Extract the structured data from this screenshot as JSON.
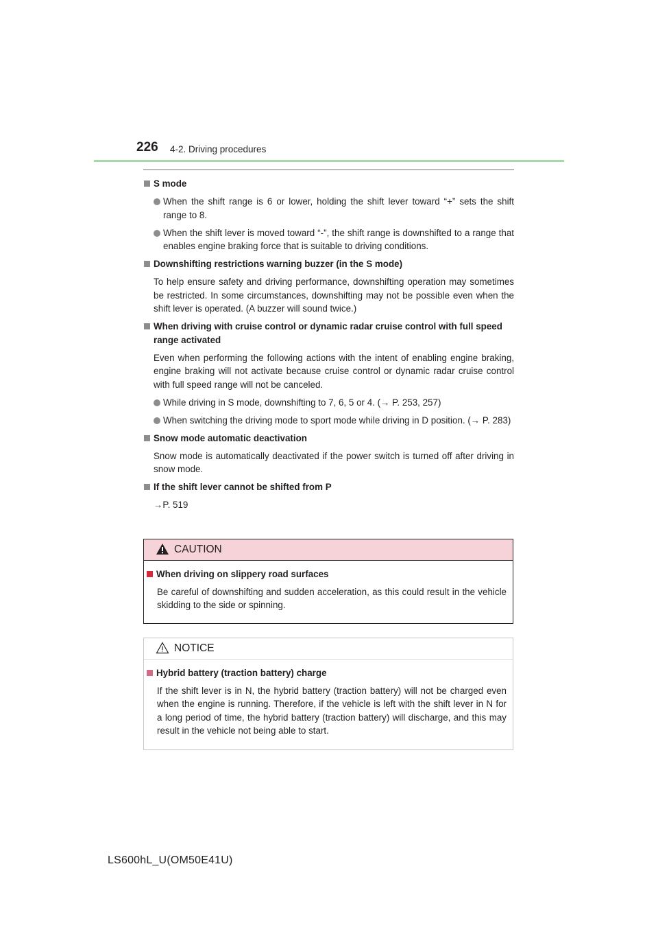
{
  "header": {
    "page_number": "226",
    "section": "4-2. Driving procedures"
  },
  "sections": {
    "s_mode": {
      "heading": "S mode",
      "bullet1": "When the shift range is 6 or lower, holding the shift lever toward “+” sets the shift range to 8.",
      "bullet2": "When the shift lever is moved toward “-”, the shift range is downshifted to a range that enables engine braking force that is suitable to driving conditions."
    },
    "downshift": {
      "heading": "Downshifting restrictions warning buzzer (in the S mode)",
      "text": "To help ensure safety and driving performance, downshifting operation may sometimes be restricted. In some circumstances, downshifting may not be possible even when the shift lever is operated. (A buzzer will sound twice.)"
    },
    "cruise": {
      "heading": "When driving with cruise control or dynamic radar cruise control with full speed range activated",
      "text": "Even when performing the following actions with the intent of enabling engine braking, engine braking will not activate because cruise control or dynamic radar cruise control with full speed range will not be canceled.",
      "bullet1": "While driving in S mode, downshifting to 7, 6, 5 or 4. (→ P. 253, 257)",
      "bullet2": "When switching the driving mode to sport mode while driving in D position. (→ P. 283)"
    },
    "snow": {
      "heading": "Snow mode automatic deactivation",
      "text": "Snow mode is automatically deactivated if the power switch is turned off after driving in snow mode."
    },
    "shift_p": {
      "heading": "If the shift lever cannot be shifted from P",
      "ref": "→P. 519"
    }
  },
  "caution": {
    "title": "CAUTION",
    "heading": "When driving on slippery road surfaces",
    "text": "Be careful of downshifting and sudden acceleration, as this could result in the vehicle skidding to the side or spinning."
  },
  "notice": {
    "title": "NOTICE",
    "heading": "Hybrid battery (traction battery) charge",
    "text": "If the shift lever is in N, the hybrid battery (traction battery) will not be charged even when the engine is running. Therefore, if the vehicle is left with the shift lever in N for a long period of time, the hybrid battery (traction battery) will discharge, and this may result in the vehicle not being able to start."
  },
  "footer": {
    "model_code": "LS600hL_U(OM50E41U)"
  },
  "colors": {
    "header_rule": "#a7d8a8",
    "caution_header_bg": "#f6d3d8",
    "caution_square": "#d6293e",
    "notice_square": "#d06c86",
    "bullet_gray": "#8d8d8d"
  }
}
